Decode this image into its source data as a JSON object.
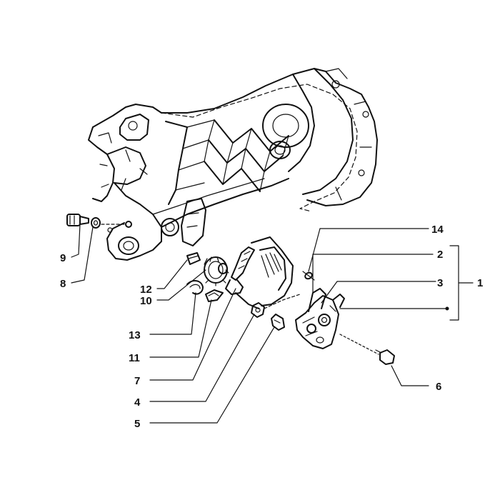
{
  "diagram": {
    "callouts": [
      {
        "key": "c14",
        "label": "14"
      },
      {
        "key": "c2",
        "label": "2"
      },
      {
        "key": "c3",
        "label": "3"
      },
      {
        "key": "c1",
        "label": "1"
      },
      {
        "key": "c9",
        "label": "9"
      },
      {
        "key": "c8",
        "label": "8"
      },
      {
        "key": "c12",
        "label": "12"
      },
      {
        "key": "c10",
        "label": "10"
      },
      {
        "key": "c13",
        "label": "13"
      },
      {
        "key": "c11",
        "label": "11"
      },
      {
        "key": "c7",
        "label": "7"
      },
      {
        "key": "c4",
        "label": "4"
      },
      {
        "key": "c5",
        "label": "5"
      },
      {
        "key": "c6",
        "label": "6"
      }
    ]
  }
}
